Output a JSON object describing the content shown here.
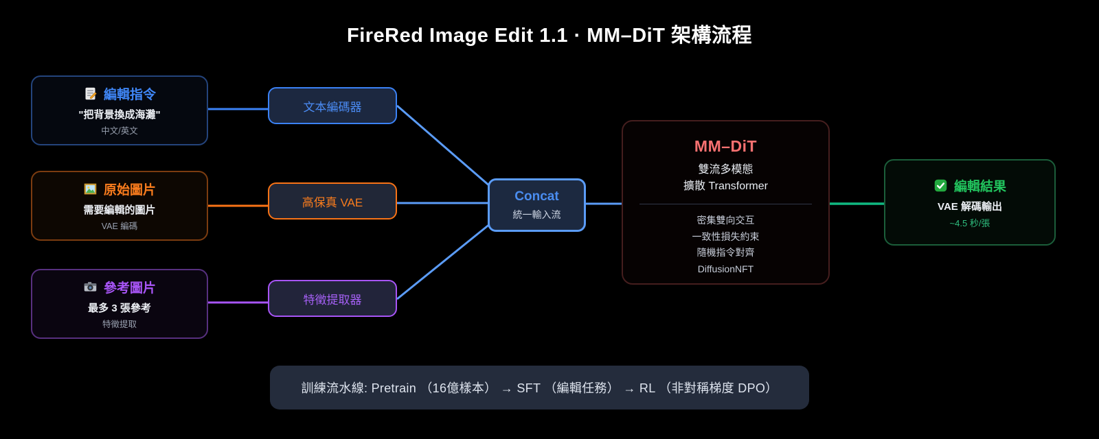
{
  "title": "FireRed Image Edit 1.1 · MM–DiT 架構流程",
  "colors": {
    "blue": "#3b82f6",
    "line_blue": "#5b9cf8",
    "orange": "#f97316",
    "purple": "#a855f7",
    "red": "#f87171",
    "green": "#22c55e",
    "green_line": "#10b981",
    "background": "#000000"
  },
  "inputs": [
    {
      "icon": "memo-icon",
      "title": "編輯指令",
      "line1": "\"把背景換成海灘\"",
      "line2": "中文/英文"
    },
    {
      "icon": "picture-icon",
      "title": "原始圖片",
      "line1": "需要編輯的圖片",
      "line2": "VAE 編碼"
    },
    {
      "icon": "camera-icon",
      "title": "參考圖片",
      "line1": "最多 3 張參考",
      "line2": "特徵提取"
    }
  ],
  "encoders": [
    {
      "label": "文本編碼器"
    },
    {
      "label": "高保真 VAE"
    },
    {
      "label": "特徵提取器"
    }
  ],
  "concat": {
    "title": "Concat",
    "subtitle": "統一輸入流"
  },
  "mmdit": {
    "title": "MM–DiT",
    "subtitle_lines": [
      "雙流多模態",
      "擴散 Transformer"
    ],
    "features": [
      "密集雙向交互",
      "一致性損失約束",
      "隨機指令對齊",
      "DiffusionNFT"
    ]
  },
  "result": {
    "icon": "check-icon",
    "title": "編輯結果",
    "line1": "VAE 解碼輸出",
    "line2": "~4.5 秒/張"
  },
  "pipeline": {
    "text": "訓練流水線: Pretrain （16億樣本） → SFT （編輯任務） → RL （非對稱梯度 DPO）"
  }
}
